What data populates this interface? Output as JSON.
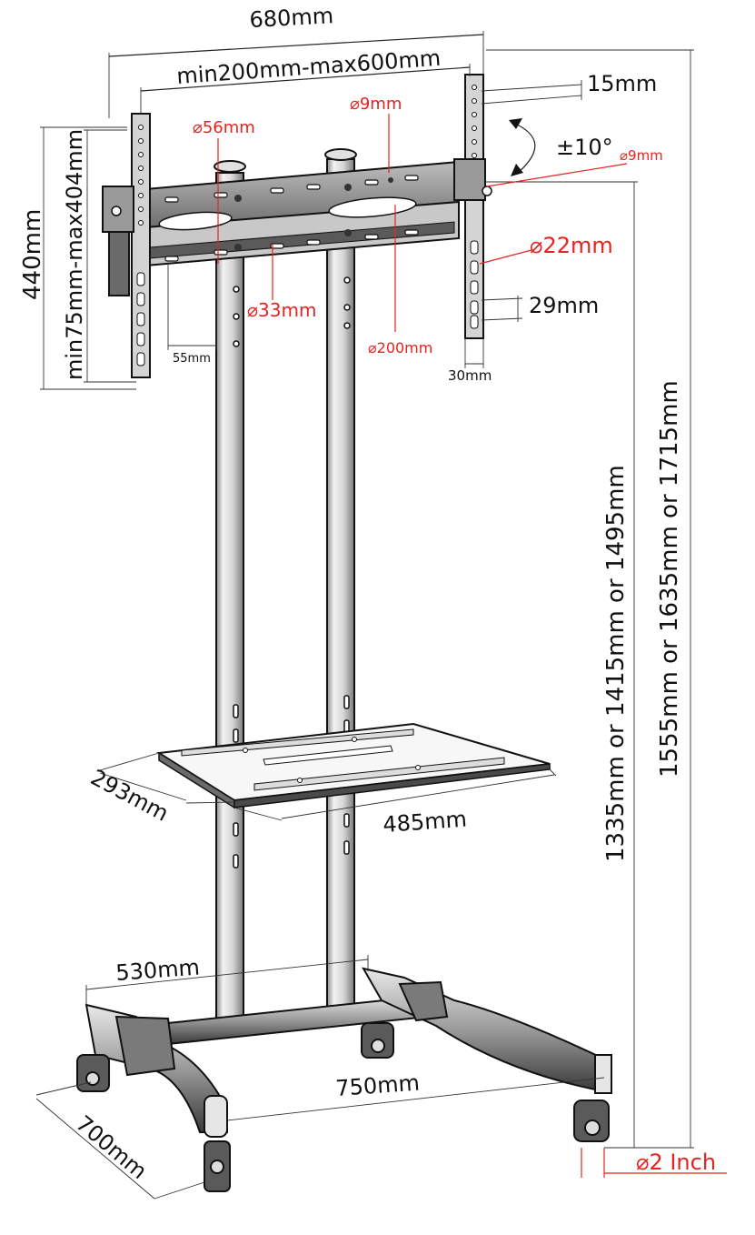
{
  "dimensions": {
    "overall_width": "680mm",
    "vesa_horizontal": "min200mm-max600mm",
    "plate_thickness": "15mm",
    "tilt": "±10°",
    "side_hole": "⌀9mm",
    "top_hole": "⌀9mm",
    "tube_diameter": "⌀56mm",
    "slot_diameter": "⌀22mm",
    "slot_length": "29mm",
    "center_hole": "⌀33mm",
    "center_spacing": "⌀200mm",
    "arm_offset": "55mm",
    "arm_width": "30mm",
    "bracket_height": "440mm",
    "vesa_vertical": "min75mm-max404mm",
    "height_small": "1335mm or 1415mm or 1495mm",
    "height_large": "1555mm or 1635mm or 1715mm",
    "shelf_depth": "293mm",
    "shelf_width": "485mm",
    "base_inner_width": "530mm",
    "base_width": "750mm",
    "base_depth": "700mm",
    "caster_size": "⌀2 Inch"
  },
  "colors": {
    "line": "#111111",
    "accent_red": "#e8231f",
    "steel_light": "#d9d9d9",
    "steel_dark": "#4a4a4a"
  }
}
